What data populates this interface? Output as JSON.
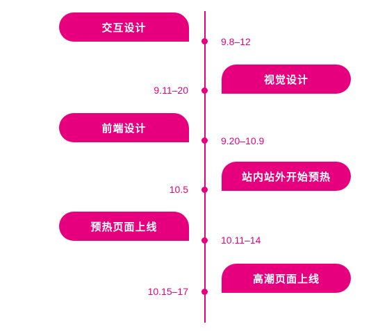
{
  "accent_color": "#e6007e",
  "timeline": {
    "stages": [
      {
        "label": "交互设计",
        "date": "9.8–12",
        "side": "left"
      },
      {
        "label": "视觉设计",
        "date": "9.11–20",
        "side": "right"
      },
      {
        "label": "前端设计",
        "date": "9.20–10.9",
        "side": "left"
      },
      {
        "label": "站内站外开始预热",
        "date": "10.5",
        "side": "right"
      },
      {
        "label": "预热页面上线",
        "date": "10.11–14",
        "side": "left"
      },
      {
        "label": "高潮页面上线",
        "date": "10.15–17",
        "side": "right"
      }
    ]
  }
}
